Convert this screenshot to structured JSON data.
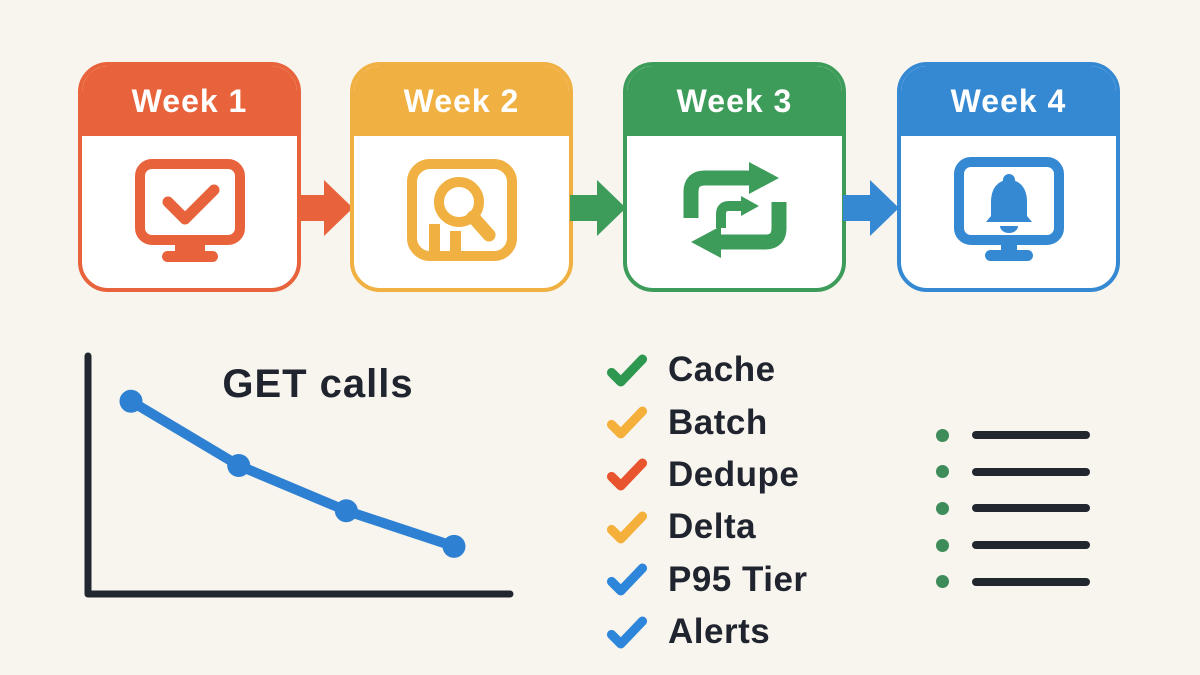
{
  "palette": {
    "background": "#F8F5EF",
    "text": "#20242E",
    "card_face": "#FFFFFF"
  },
  "timeline": {
    "weeks": [
      {
        "label": "Week 1",
        "color": "#E8633B",
        "icon": "monitor-check-icon"
      },
      {
        "label": "Week 2",
        "color": "#F0B042",
        "icon": "screen-search-icon"
      },
      {
        "label": "Week 3",
        "color": "#3E9C5B",
        "icon": "repeat-loop-icon"
      },
      {
        "label": "Week 4",
        "color": "#3489D2",
        "icon": "monitor-bell-icon"
      }
    ],
    "arrows": [
      {
        "color": "#E8633B"
      },
      {
        "color": "#3E9C5B"
      },
      {
        "color": "#3489D2"
      }
    ]
  },
  "chart_data": {
    "type": "line",
    "title": "GET calls",
    "x": [
      1,
      2,
      3,
      4
    ],
    "x_tick_labels": [],
    "values": [
      81,
      54,
      35,
      20
    ],
    "ylim": [
      0,
      100
    ],
    "xlabel": "",
    "ylabel": "",
    "grid": false,
    "legend": false,
    "line_color": "#2E80D2",
    "axis_color": "#22272F"
  },
  "checklist": {
    "items": [
      {
        "label": "Cache",
        "check_color": "#2F9850"
      },
      {
        "label": "Batch",
        "check_color": "#F5B03C"
      },
      {
        "label": "Dedupe",
        "check_color": "#E8542E"
      },
      {
        "label": "Delta",
        "check_color": "#F5B03C"
      },
      {
        "label": "P95 Tier",
        "check_color": "#2E86DB"
      },
      {
        "label": "Alerts",
        "check_color": "#2E86DB"
      }
    ]
  },
  "bullet_list": {
    "row_count": 5,
    "dot_color": "#3E8C5A",
    "bar_color": "#22262E"
  }
}
